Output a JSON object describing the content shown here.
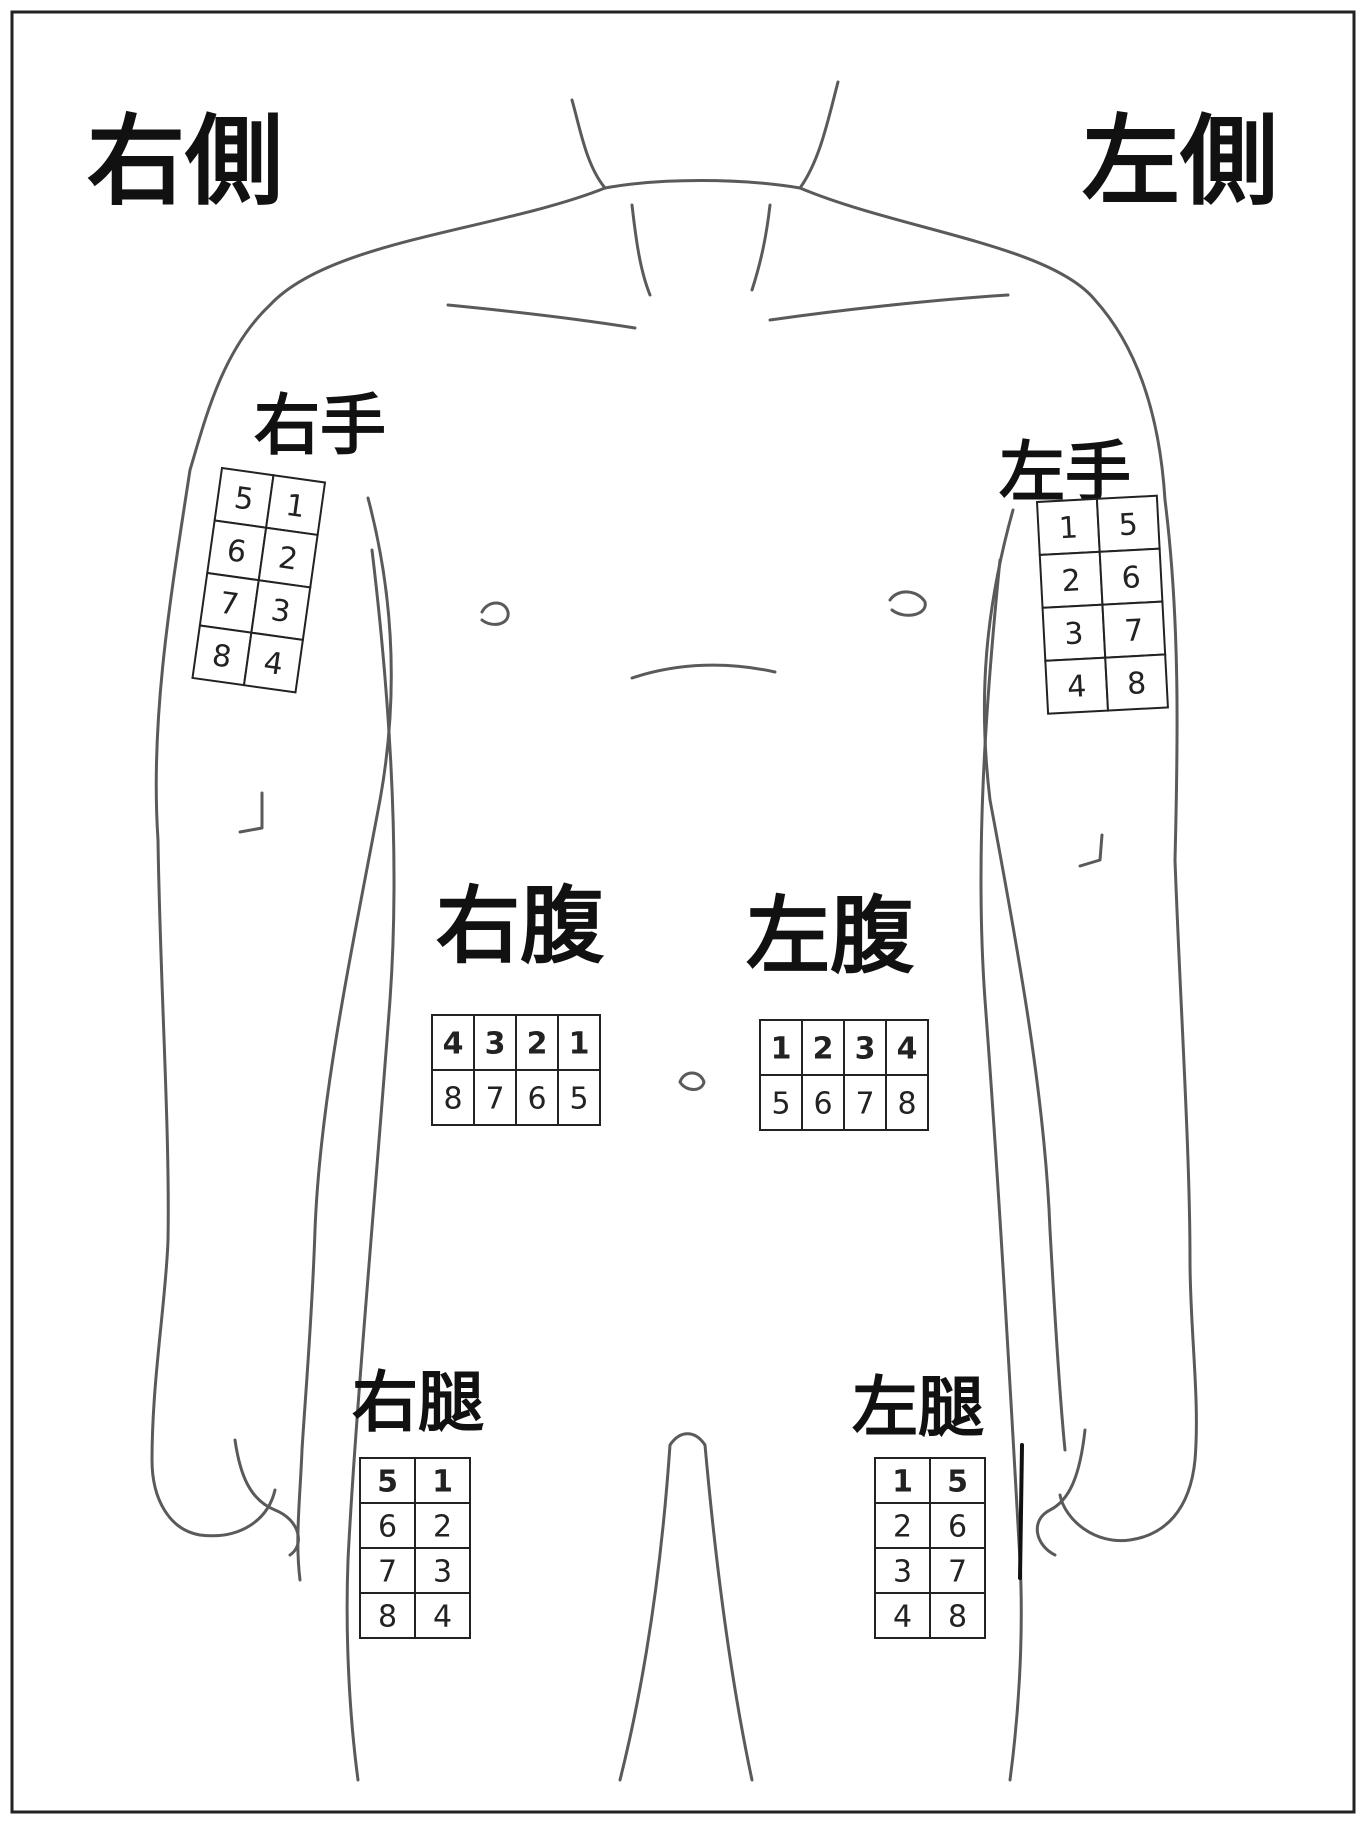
{
  "labels": {
    "right_side": "右側",
    "left_side": "左側",
    "right_arm": "右手",
    "left_arm": "左手",
    "right_abdomen": "右腹",
    "left_abdomen": "左腹",
    "right_thigh": "右腿",
    "left_thigh": "左腿"
  },
  "grids": {
    "right_arm": [
      [
        "5",
        "1"
      ],
      [
        "6",
        "2"
      ],
      [
        "7",
        "3"
      ],
      [
        "8",
        "4"
      ]
    ],
    "left_arm": [
      [
        "1",
        "5"
      ],
      [
        "2",
        "6"
      ],
      [
        "3",
        "7"
      ],
      [
        "4",
        "8"
      ]
    ],
    "right_abdomen": [
      [
        "4",
        "3",
        "2",
        "1"
      ],
      [
        "8",
        "7",
        "6",
        "5"
      ]
    ],
    "left_abdomen": [
      [
        "1",
        "2",
        "3",
        "4"
      ],
      [
        "5",
        "6",
        "7",
        "8"
      ]
    ],
    "right_thigh": [
      [
        "5",
        "1"
      ],
      [
        "6",
        "2"
      ],
      [
        "7",
        "3"
      ],
      [
        "8",
        "4"
      ]
    ],
    "left_thigh": [
      [
        "1",
        "5"
      ],
      [
        "2",
        "6"
      ],
      [
        "3",
        "7"
      ],
      [
        "4",
        "8"
      ]
    ]
  },
  "colors": {
    "outline": "#5a5a5a",
    "text": "#111111",
    "background": "#ffffff"
  }
}
